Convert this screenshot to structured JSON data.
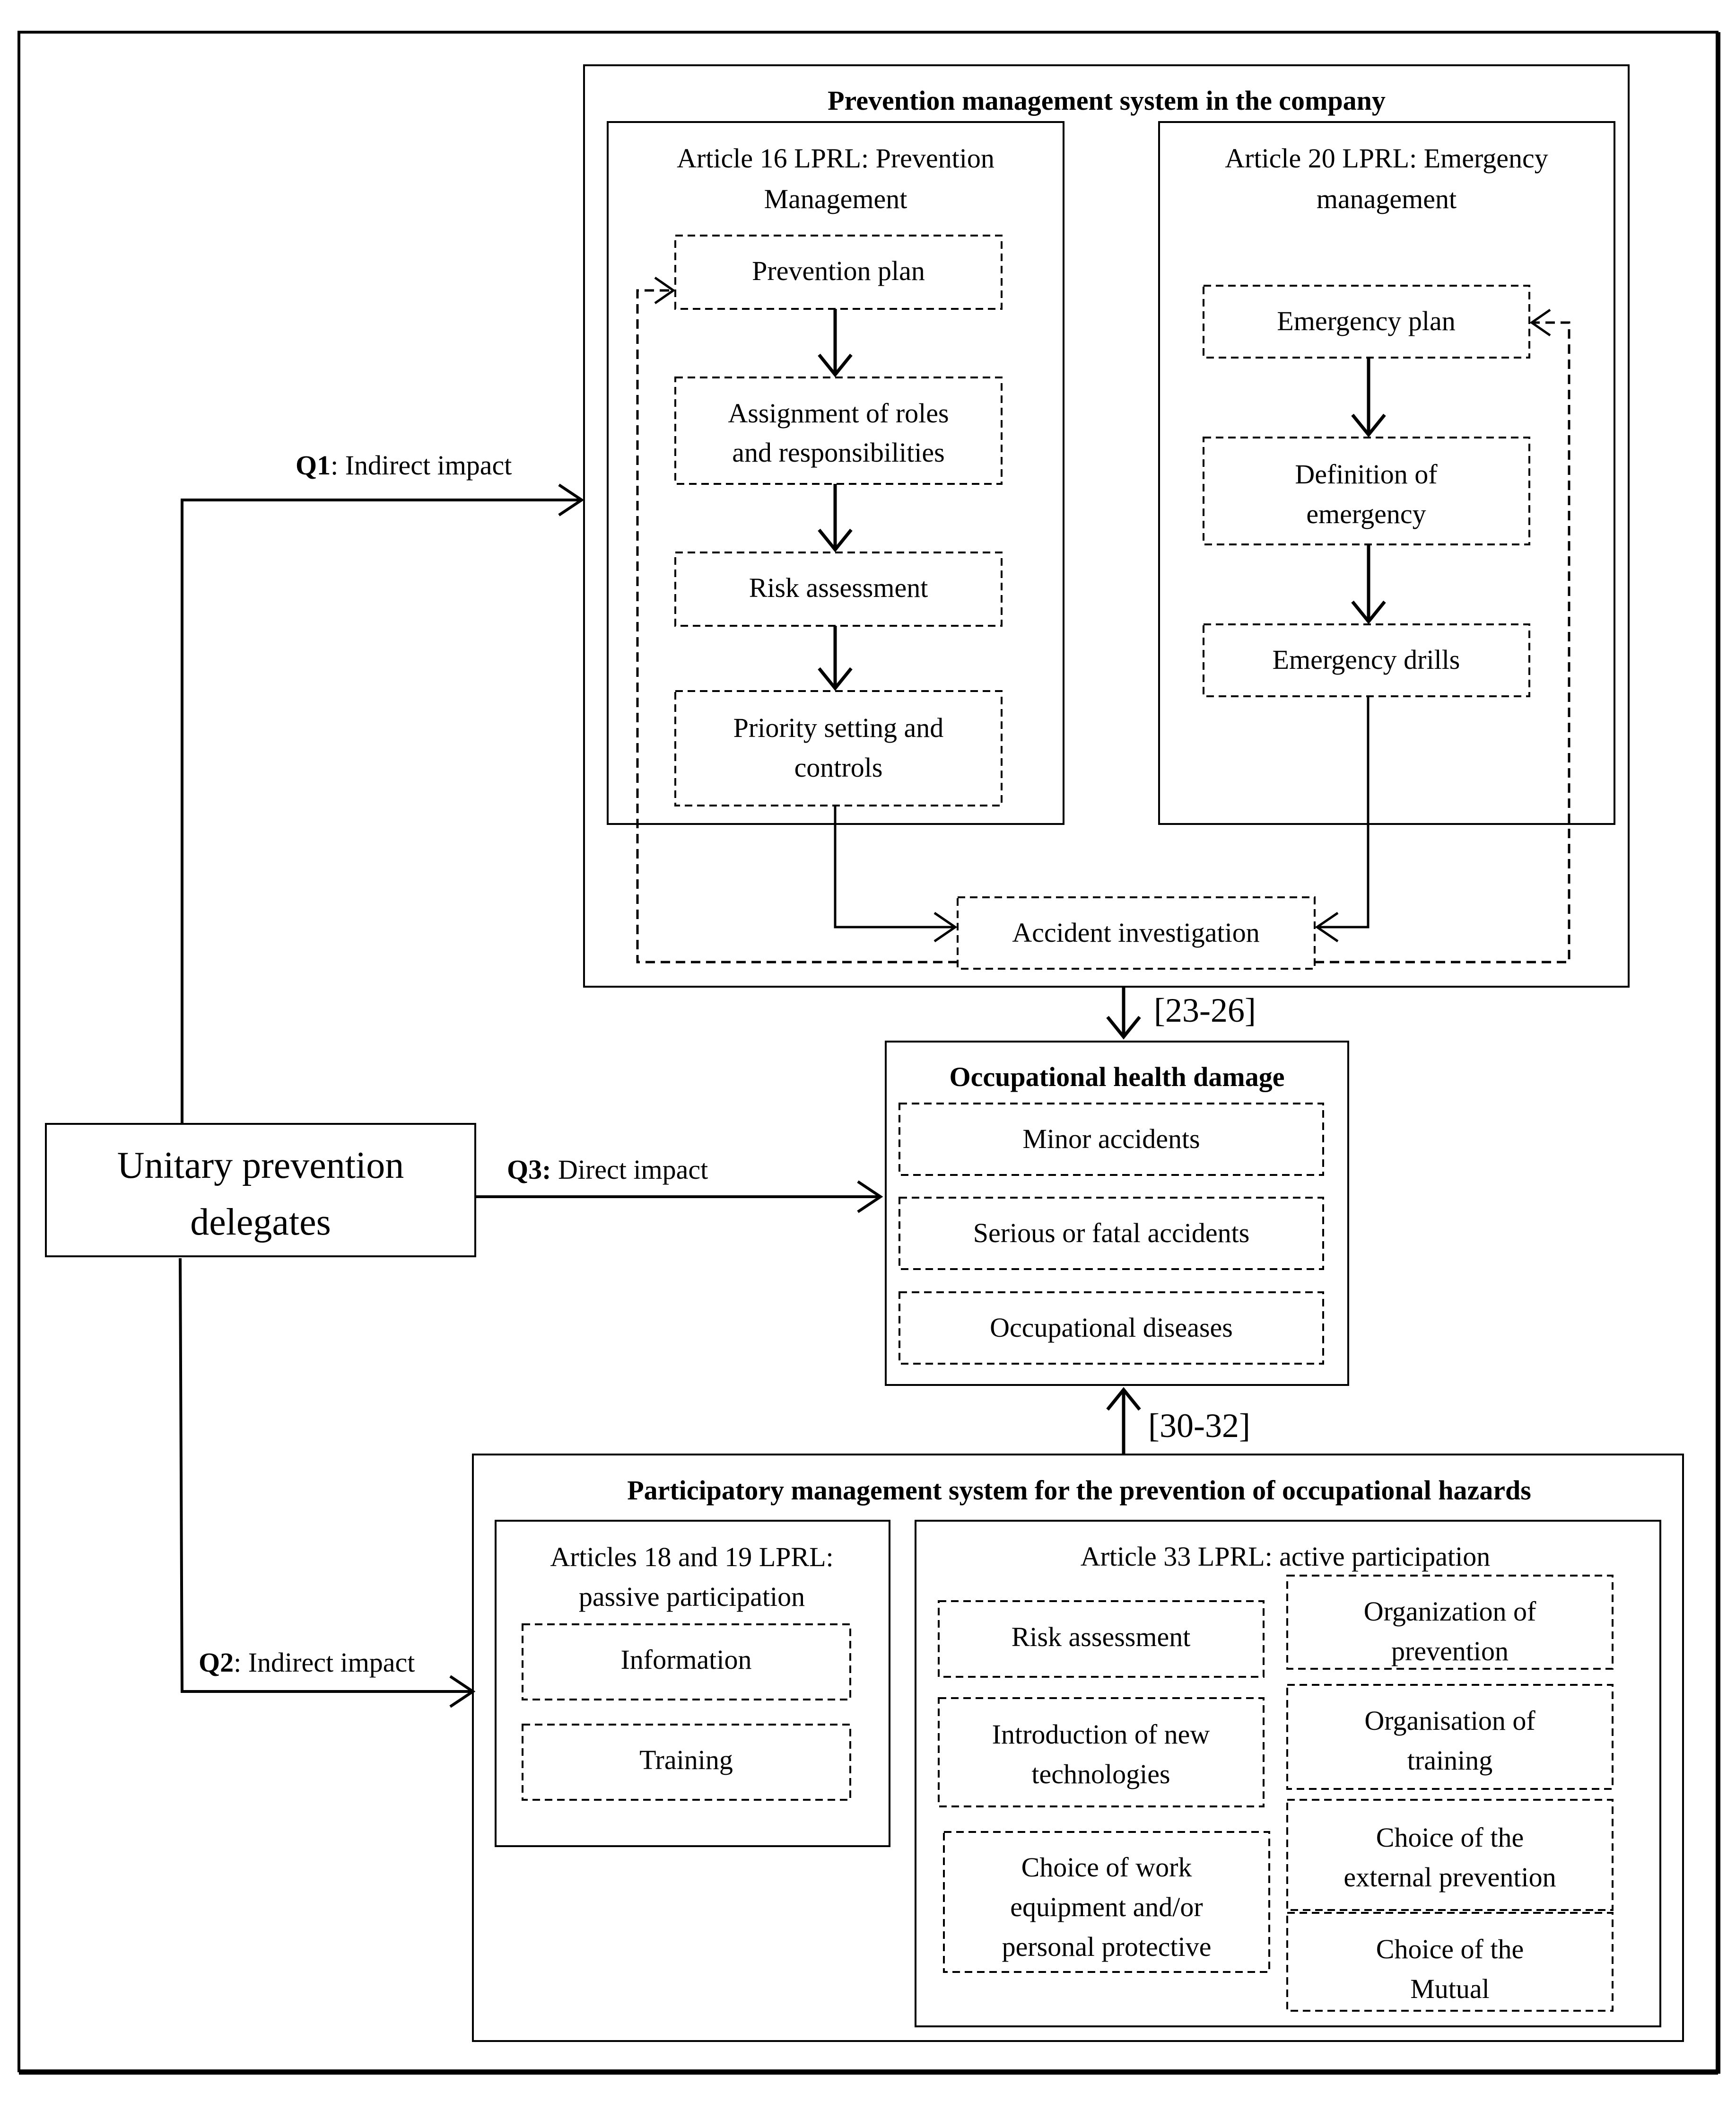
{
  "source": {
    "label_line1": "Unitary prevention",
    "label_line2": "delegates"
  },
  "edges": {
    "q1": {
      "key": "Q1",
      "text": ": Indirect impact"
    },
    "q2": {
      "key": "Q2",
      "text": ": Indirect impact"
    },
    "q3": {
      "key": "Q3:",
      "text": " Direct impact"
    },
    "cite_top": "[23-26]",
    "cite_bottom": "[30-32]"
  },
  "prevention_system": {
    "title": "Prevention management system in the company",
    "art16": {
      "title_line1": "Article 16 LPRL: Prevention",
      "title_line2": "Management",
      "steps": [
        {
          "l1": "Prevention plan",
          "l2": ""
        },
        {
          "l1": "Assignment of roles",
          "l2": "and responsibilities"
        },
        {
          "l1": "Risk assessment",
          "l2": ""
        },
        {
          "l1": "Priority setting and",
          "l2": "controls"
        }
      ]
    },
    "art20": {
      "title_line1": "Article 20 LPRL: Emergency",
      "title_line2": "management",
      "steps": [
        {
          "l1": "Emergency plan",
          "l2": ""
        },
        {
          "l1": "Definition of",
          "l2": "emergency"
        },
        {
          "l1": "Emergency drills",
          "l2": ""
        }
      ]
    },
    "investigation": "Accident investigation"
  },
  "health_damage": {
    "title": "Occupational health damage",
    "items": [
      "Minor accidents",
      "Serious or fatal accidents",
      "Occupational diseases"
    ]
  },
  "participatory_system": {
    "title": "Participatory management system for the prevention of occupational hazards",
    "passive": {
      "title_line1": "Articles 18 and 19 LPRL:",
      "title_line2": "passive participation",
      "items": [
        "Information",
        "Training"
      ]
    },
    "active": {
      "title": "Article 33 LPRL: active participation",
      "left_items": [
        {
          "l1": "Risk assessment",
          "l2": "",
          "l3": ""
        },
        {
          "l1": "Introduction of new",
          "l2": "technologies",
          "l3": ""
        },
        {
          "l1": "Choice of work",
          "l2": "equipment and/or",
          "l3": "personal protective"
        }
      ],
      "right_items": [
        {
          "l1": "Organization of",
          "l2": "prevention"
        },
        {
          "l1": "Organisation of",
          "l2": "training"
        },
        {
          "l1": "Choice of the",
          "l2": "external prevention"
        },
        {
          "l1": "Choice of the",
          "l2": "Mutual"
        }
      ]
    }
  }
}
